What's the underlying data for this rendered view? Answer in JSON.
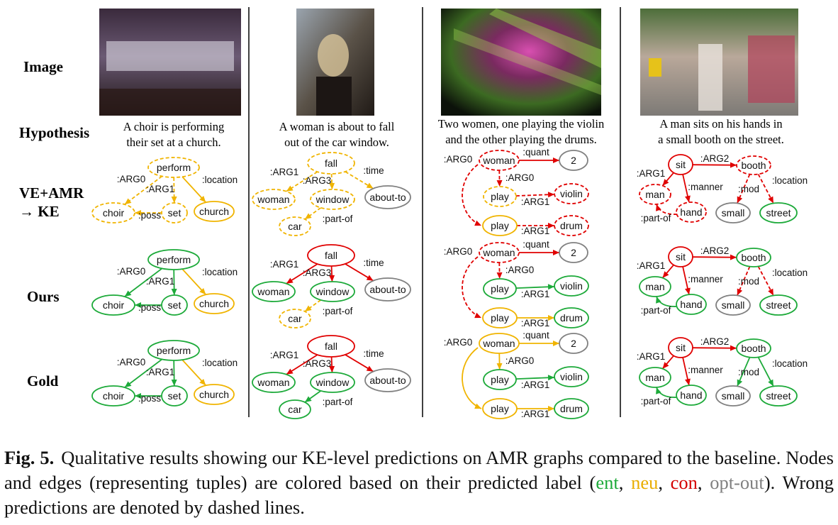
{
  "colors": {
    "ent": "#1daa3a",
    "neu": "#f0b400",
    "con": "#e00000",
    "opt": "#808080"
  },
  "row_labels": {
    "image": "Image",
    "hypothesis": "Hypothesis",
    "baseline_line1": "VE+AMR",
    "baseline_line2": "→ KE",
    "ours": "Ours",
    "gold": "Gold"
  },
  "columns": [
    {
      "id": "c1",
      "photo_desc": "choir-photo",
      "hypothesis_lines": [
        "A choir is performing",
        "their set at a church."
      ],
      "nodes": {
        "perform": {
          "label": "perform"
        },
        "choir": {
          "label": "choir"
        },
        "set": {
          "label": "set"
        },
        "church": {
          "label": "church"
        }
      },
      "edges": [
        {
          "id": "e1",
          "from": "perform",
          "to": "choir",
          "label": ":ARG0"
        },
        {
          "id": "e2",
          "from": "perform",
          "to": "set",
          "label": ":ARG1"
        },
        {
          "id": "e3",
          "from": "perform",
          "to": "church",
          "label": ":location"
        },
        {
          "id": "e4",
          "from": "set",
          "to": "choir",
          "label": ":poss"
        }
      ],
      "graphs": {
        "baseline": {
          "nodes": {
            "perform": [
              "neu",
              true
            ],
            "choir": [
              "neu",
              true
            ],
            "set": [
              "neu",
              true
            ],
            "church": [
              "neu",
              false
            ]
          },
          "edges": {
            "e1": [
              "neu",
              true
            ],
            "e2": [
              "neu",
              true
            ],
            "e3": [
              "neu",
              false
            ],
            "e4": [
              "neu",
              true
            ]
          }
        },
        "ours": {
          "nodes": {
            "perform": [
              "ent",
              false
            ],
            "choir": [
              "ent",
              false
            ],
            "set": [
              "ent",
              false
            ],
            "church": [
              "neu",
              false
            ]
          },
          "edges": {
            "e1": [
              "ent",
              false
            ],
            "e2": [
              "ent",
              false
            ],
            "e3": [
              "neu",
              false
            ],
            "e4": [
              "ent",
              false
            ]
          }
        },
        "gold": {
          "nodes": {
            "perform": [
              "ent",
              false
            ],
            "choir": [
              "ent",
              false
            ],
            "set": [
              "ent",
              false
            ],
            "church": [
              "neu",
              false
            ]
          },
          "edges": {
            "e1": [
              "ent",
              false
            ],
            "e2": [
              "ent",
              false
            ],
            "e3": [
              "neu",
              false
            ],
            "e4": [
              "ent",
              false
            ]
          }
        }
      }
    },
    {
      "id": "c2",
      "photo_desc": "woman-photo",
      "hypothesis_lines": [
        "A woman is about to fall",
        "out of the car window."
      ],
      "nodes": {
        "fall": {
          "label": "fall"
        },
        "woman": {
          "label": "woman"
        },
        "window": {
          "label": "window"
        },
        "aboutto": {
          "label": "about-to"
        },
        "car": {
          "label": "car"
        }
      },
      "edges": [
        {
          "id": "e1",
          "from": "fall",
          "to": "woman",
          "label": ":ARG1"
        },
        {
          "id": "e2",
          "from": "fall",
          "to": "window",
          "label": ":ARG3"
        },
        {
          "id": "e3",
          "from": "fall",
          "to": "aboutto",
          "label": ":time"
        },
        {
          "id": "e4",
          "from": "window",
          "to": "car",
          "label": ":part-of"
        }
      ],
      "graphs": {
        "baseline": {
          "nodes": {
            "fall": [
              "neu",
              true
            ],
            "woman": [
              "neu",
              true
            ],
            "window": [
              "neu",
              true
            ],
            "aboutto": [
              "opt",
              false
            ],
            "car": [
              "neu",
              true
            ]
          },
          "edges": {
            "e1": [
              "neu",
              true
            ],
            "e2": [
              "neu",
              true
            ],
            "e3": [
              "neu",
              true
            ],
            "e4": [
              "neu",
              true
            ]
          }
        },
        "ours": {
          "nodes": {
            "fall": [
              "con",
              false
            ],
            "woman": [
              "ent",
              false
            ],
            "window": [
              "ent",
              false
            ],
            "aboutto": [
              "opt",
              false
            ],
            "car": [
              "neu",
              true
            ]
          },
          "edges": {
            "e1": [
              "con",
              false
            ],
            "e2": [
              "con",
              false
            ],
            "e3": [
              "con",
              false
            ],
            "e4": [
              "neu",
              true
            ]
          }
        },
        "gold": {
          "nodes": {
            "fall": [
              "con",
              false
            ],
            "woman": [
              "ent",
              false
            ],
            "window": [
              "ent",
              false
            ],
            "aboutto": [
              "opt",
              false
            ],
            "car": [
              "ent",
              false
            ]
          },
          "edges": {
            "e1": [
              "con",
              false
            ],
            "e2": [
              "con",
              false
            ],
            "e3": [
              "con",
              false
            ],
            "e4": [
              "ent",
              false
            ]
          }
        }
      }
    },
    {
      "id": "c3",
      "photo_desc": "concert-photo",
      "hypothesis_lines": [
        "Two women, one playing the violin",
        "and the other playing the drums."
      ],
      "nodes": {
        "woman": {
          "label": "woman"
        },
        "two": {
          "label": "2"
        },
        "play1": {
          "label": "play"
        },
        "violin": {
          "label": "violin"
        },
        "play2": {
          "label": "play"
        },
        "drum": {
          "label": "drum"
        }
      },
      "edges": [
        {
          "id": "e1",
          "from": "woman",
          "to": "two",
          "label": ":quant"
        },
        {
          "id": "e2",
          "from": "woman",
          "to": "play1",
          "label": ":ARG0"
        },
        {
          "id": "e3",
          "from": "play1",
          "to": "violin",
          "label": ":ARG1"
        },
        {
          "id": "e4",
          "from": "woman",
          "to": "play2",
          "label": ":ARG0"
        },
        {
          "id": "e5",
          "from": "play2",
          "to": "drum",
          "label": ":ARG1"
        }
      ],
      "graphs": {
        "baseline": {
          "nodes": {
            "woman": [
              "con",
              true
            ],
            "two": [
              "opt",
              false
            ],
            "play1": [
              "neu",
              true
            ],
            "violin": [
              "con",
              true
            ],
            "play2": [
              "neu",
              false
            ],
            "drum": [
              "con",
              true
            ]
          },
          "edges": {
            "e1": [
              "con",
              false
            ],
            "e2": [
              "con",
              true
            ],
            "e3": [
              "con",
              true
            ],
            "e4": [
              "con",
              true
            ],
            "e5": [
              "con",
              true
            ]
          }
        },
        "ours": {
          "nodes": {
            "woman": [
              "con",
              true
            ],
            "two": [
              "opt",
              false
            ],
            "play1": [
              "ent",
              false
            ],
            "violin": [
              "ent",
              false
            ],
            "play2": [
              "neu",
              false
            ],
            "drum": [
              "ent",
              false
            ]
          },
          "edges": {
            "e1": [
              "con",
              false
            ],
            "e2": [
              "con",
              true
            ],
            "e3": [
              "ent",
              false
            ],
            "e4": [
              "con",
              true
            ],
            "e5": [
              "neu",
              false
            ]
          }
        },
        "gold": {
          "nodes": {
            "woman": [
              "neu",
              false
            ],
            "two": [
              "opt",
              false
            ],
            "play1": [
              "ent",
              false
            ],
            "violin": [
              "ent",
              false
            ],
            "play2": [
              "neu",
              false
            ],
            "drum": [
              "ent",
              false
            ]
          },
          "edges": {
            "e1": [
              "neu",
              false
            ],
            "e2": [
              "neu",
              false
            ],
            "e3": [
              "ent",
              false
            ],
            "e4": [
              "neu",
              false
            ],
            "e5": [
              "neu",
              false
            ]
          }
        }
      }
    },
    {
      "id": "c4",
      "photo_desc": "booth-photo",
      "hypothesis_lines": [
        "A man sits on his hands in",
        "a small booth on the street."
      ],
      "nodes": {
        "sit": {
          "label": "sit"
        },
        "booth": {
          "label": "booth"
        },
        "man": {
          "label": "man"
        },
        "hand": {
          "label": "hand"
        },
        "small": {
          "label": "small"
        },
        "street": {
          "label": "street"
        }
      },
      "edges": [
        {
          "id": "e1",
          "from": "sit",
          "to": "booth",
          "label": ":ARG2"
        },
        {
          "id": "e2",
          "from": "sit",
          "to": "man",
          "label": ":ARG1"
        },
        {
          "id": "e3",
          "from": "sit",
          "to": "hand",
          "label": ":manner"
        },
        {
          "id": "e4",
          "from": "booth",
          "to": "small",
          "label": ":mod"
        },
        {
          "id": "e5",
          "from": "booth",
          "to": "street",
          "label": ":location"
        },
        {
          "id": "e6",
          "from": "hand",
          "to": "man",
          "label": ":part-of"
        }
      ],
      "graphs": {
        "baseline": {
          "nodes": {
            "sit": [
              "con",
              false
            ],
            "booth": [
              "con",
              true
            ],
            "man": [
              "con",
              true
            ],
            "hand": [
              "con",
              true
            ],
            "small": [
              "opt",
              false
            ],
            "street": [
              "ent",
              false
            ]
          },
          "edges": {
            "e1": [
              "con",
              false
            ],
            "e2": [
              "con",
              false
            ],
            "e3": [
              "con",
              false
            ],
            "e4": [
              "con",
              true
            ],
            "e5": [
              "con",
              true
            ],
            "e6": [
              "con",
              true
            ]
          }
        },
        "ours": {
          "nodes": {
            "sit": [
              "con",
              false
            ],
            "booth": [
              "ent",
              false
            ],
            "man": [
              "ent",
              false
            ],
            "hand": [
              "ent",
              false
            ],
            "small": [
              "opt",
              false
            ],
            "street": [
              "ent",
              false
            ]
          },
          "edges": {
            "e1": [
              "con",
              false
            ],
            "e2": [
              "con",
              false
            ],
            "e3": [
              "con",
              false
            ],
            "e4": [
              "con",
              true
            ],
            "e5": [
              "con",
              true
            ],
            "e6": [
              "ent",
              false
            ]
          }
        },
        "gold": {
          "nodes": {
            "sit": [
              "con",
              false
            ],
            "booth": [
              "ent",
              false
            ],
            "man": [
              "ent",
              false
            ],
            "hand": [
              "ent",
              false
            ],
            "small": [
              "opt",
              false
            ],
            "street": [
              "ent",
              false
            ]
          },
          "edges": {
            "e1": [
              "con",
              false
            ],
            "e2": [
              "con",
              false
            ],
            "e3": [
              "con",
              false
            ],
            "e4": [
              "ent",
              false
            ],
            "e5": [
              "ent",
              false
            ],
            "e6": [
              "ent",
              false
            ]
          }
        }
      }
    }
  ],
  "caption": {
    "label": "Fig. 5.",
    "part1": "Qualitative results showing our KE-level predictions on AMR graphs compared to the baseline. Nodes and edges (representing tuples) are colored based on their predicted label (",
    "ent": "ent",
    "sep1": ", ",
    "neu": "neu",
    "sep2": ", ",
    "con": "con",
    "sep3": ", ",
    "opt": "opt-out",
    "part2": "). Wrong predictions are denoted by dashed lines."
  }
}
